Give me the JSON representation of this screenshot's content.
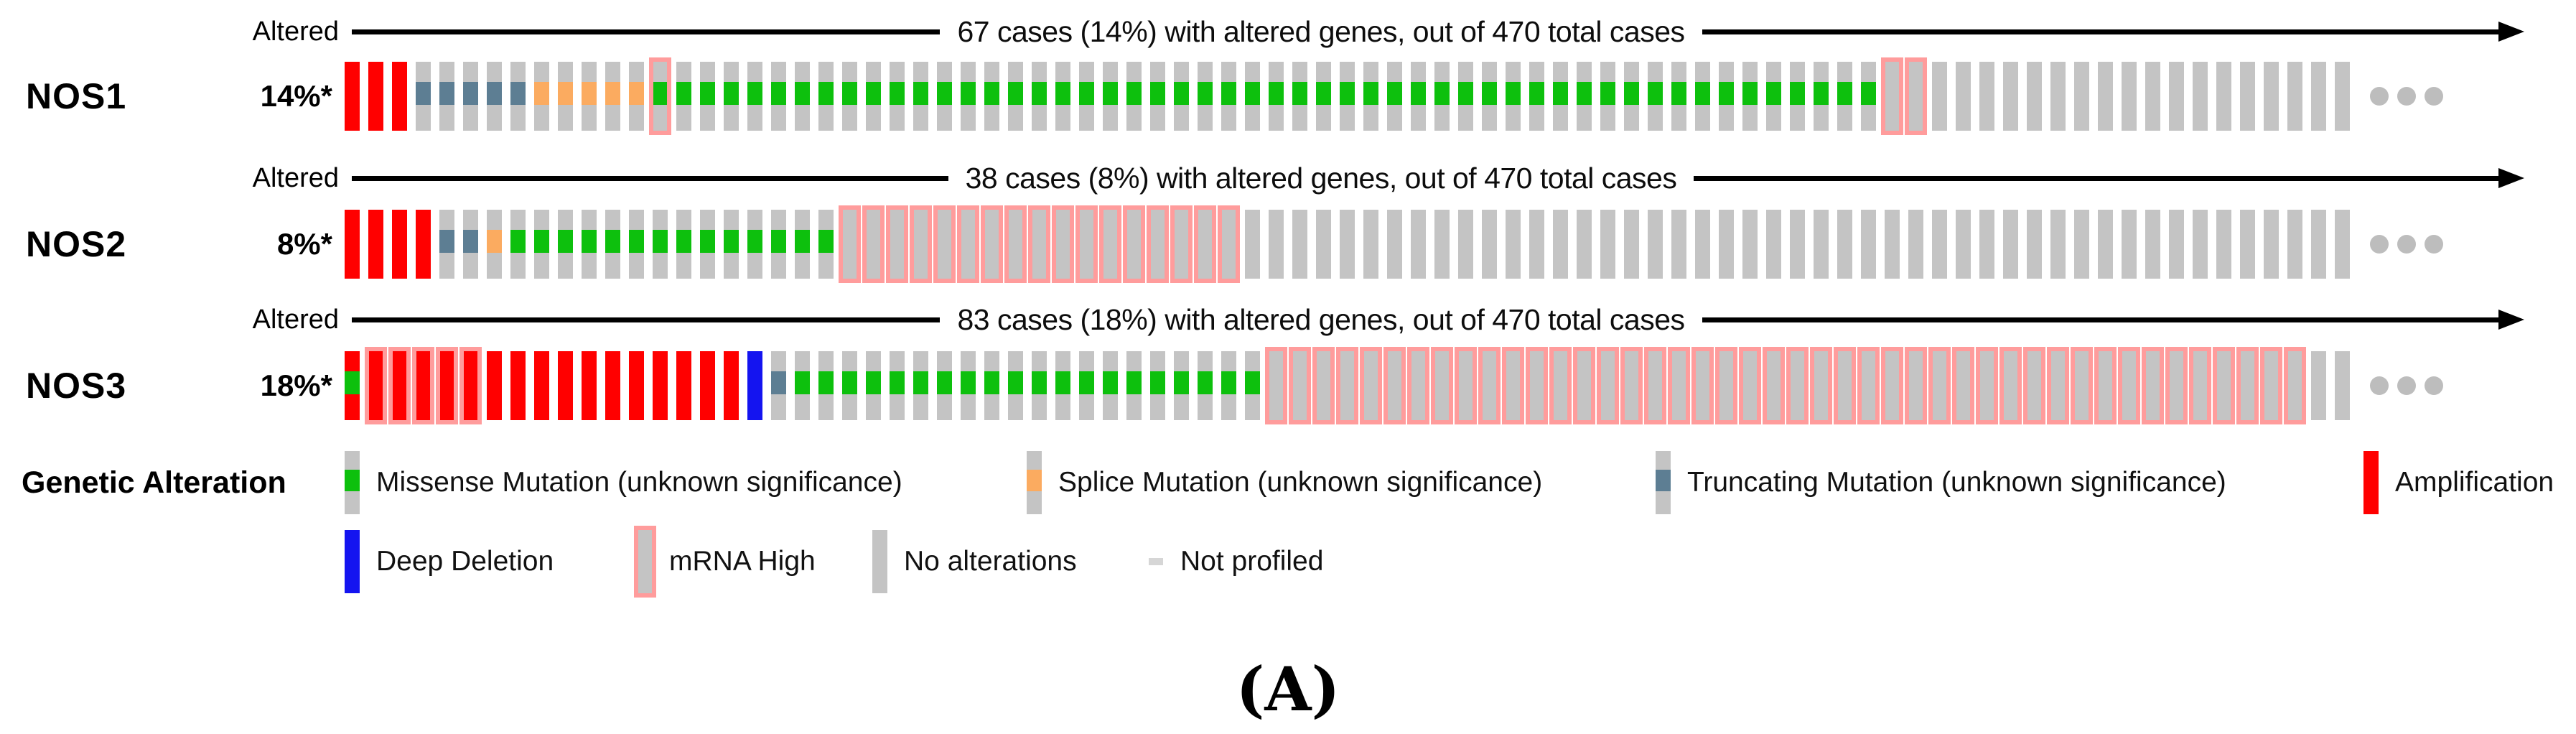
{
  "caption": "(A)",
  "colors": {
    "amplification": "#ff0000",
    "missense": "#0dc00d",
    "splice": "#fbab60",
    "truncating": "#5d7e93",
    "deep_deletion": "#1414f0",
    "mrna_high": "#ff9c9c",
    "no_alteration": "#c4c4c4",
    "not_profiled": "#d6d6d6",
    "ellipsis_dot": "#bdbdbd",
    "axis": "#000000"
  },
  "rows": [
    {
      "gene": "NOS1",
      "percent": "14%*",
      "altered_label": "Altered",
      "header_text": "67 cases (14%) with altered genes, out of 470 total cases",
      "segments": [
        [
          "amp",
          3
        ],
        [
          "trunc",
          5
        ],
        [
          "splice",
          5
        ],
        [
          "mis_mrna",
          1
        ],
        [
          "mis",
          51
        ],
        [
          "mrna",
          2
        ],
        [
          "none",
          18
        ]
      ],
      "ellipsis": true
    },
    {
      "gene": "NOS2",
      "percent": "8%*",
      "altered_label": "Altered",
      "header_text": "38 cases (8%) with altered genes, out of 470 total cases",
      "segments": [
        [
          "amp",
          4
        ],
        [
          "trunc",
          2
        ],
        [
          "splice",
          1
        ],
        [
          "mis",
          14
        ],
        [
          "mrna",
          17
        ],
        [
          "none",
          47
        ]
      ],
      "ellipsis": true
    },
    {
      "gene": "NOS3",
      "percent": "18%*",
      "altered_label": "Altered",
      "header_text": "83 cases (18%) with altered genes, out of 470 total cases",
      "segments": [
        [
          "amp_mis",
          1
        ],
        [
          "amp_mrna",
          5
        ],
        [
          "amp",
          11
        ],
        [
          "dd",
          1
        ],
        [
          "trunc",
          1
        ],
        [
          "mis",
          20
        ],
        [
          "mrna",
          44
        ],
        [
          "none",
          2
        ]
      ],
      "ellipsis": true
    }
  ],
  "legend": {
    "title": "Genetic Alteration",
    "rows": [
      [
        {
          "type": "mis",
          "label": "Missense Mutation (unknown significance)"
        },
        {
          "type": "splice",
          "label": "Splice Mutation (unknown significance)"
        },
        {
          "type": "trunc",
          "label": "Truncating Mutation (unknown significance)"
        },
        {
          "type": "amp",
          "label": "Amplification"
        }
      ],
      [
        {
          "type": "dd",
          "label": "Deep Deletion"
        },
        {
          "type": "mrna",
          "label": "mRNA High"
        },
        {
          "type": "none",
          "label": "No alterations"
        },
        {
          "type": "not_profiled",
          "label": "Not profiled"
        }
      ]
    ]
  },
  "chart_data": {
    "type": "heatmap",
    "subtype": "oncoprint",
    "title": "OncoPrint of genetic alterations in NOS1, NOS2 and NOS3",
    "total_cases": 470,
    "genes": [
      "NOS1",
      "NOS2",
      "NOS3"
    ],
    "altered_cases": [
      67,
      38,
      83
    ],
    "altered_percent": [
      14,
      8,
      18
    ],
    "header_texts": [
      "67 cases (14%) with altered genes, out of 470 total cases",
      "38 cases (8%) with altered genes, out of 470 total cases",
      "83 cases (18%) with altered genes, out of 470 total cases"
    ],
    "percent_labels": [
      "14%*",
      "8%*",
      "18%*"
    ],
    "columns_displayed_per_row": 85,
    "column_segments": {
      "NOS1": [
        [
          "amplification",
          3
        ],
        [
          "truncating_mutation",
          5
        ],
        [
          "splice_mutation",
          5
        ],
        [
          "missense_mutation+mrna_high",
          1
        ],
        [
          "missense_mutation",
          51
        ],
        [
          "mrna_high",
          2
        ],
        [
          "no_alteration",
          18
        ]
      ],
      "NOS2": [
        [
          "amplification",
          4
        ],
        [
          "truncating_mutation",
          2
        ],
        [
          "splice_mutation",
          1
        ],
        [
          "missense_mutation",
          14
        ],
        [
          "mrna_high",
          17
        ],
        [
          "no_alteration",
          47
        ]
      ],
      "NOS3": [
        [
          "amplification+missense_mutation",
          1
        ],
        [
          "amplification+mrna_high",
          5
        ],
        [
          "amplification",
          11
        ],
        [
          "deep_deletion",
          1
        ],
        [
          "truncating_mutation",
          1
        ],
        [
          "missense_mutation",
          20
        ],
        [
          "mrna_high",
          44
        ],
        [
          "no_alteration",
          2
        ]
      ]
    },
    "alteration_totals": [
      {
        "gene": "NOS1",
        "amplification": 3,
        "truncating_mutation": 5,
        "splice_mutation": 5,
        "missense_mutation": 52,
        "mrna_high": 3,
        "deep_deletion": 0,
        "unaltered_displayed": 18
      },
      {
        "gene": "NOS2",
        "amplification": 4,
        "truncating_mutation": 2,
        "splice_mutation": 1,
        "missense_mutation": 14,
        "mrna_high": 17,
        "deep_deletion": 0,
        "unaltered_displayed": 47
      },
      {
        "gene": "NOS3",
        "amplification": 17,
        "truncating_mutation": 1,
        "splice_mutation": 0,
        "missense_mutation": 21,
        "mrna_high": 49,
        "deep_deletion": 1,
        "unaltered_displayed": 2
      }
    ],
    "legend_entries": [
      "Missense Mutation (unknown significance)",
      "Splice Mutation (unknown significance)",
      "Truncating Mutation (unknown significance)",
      "Amplification",
      "Deep Deletion",
      "mRNA High",
      "No alterations",
      "Not profiled"
    ],
    "legend_position": "bottom"
  }
}
